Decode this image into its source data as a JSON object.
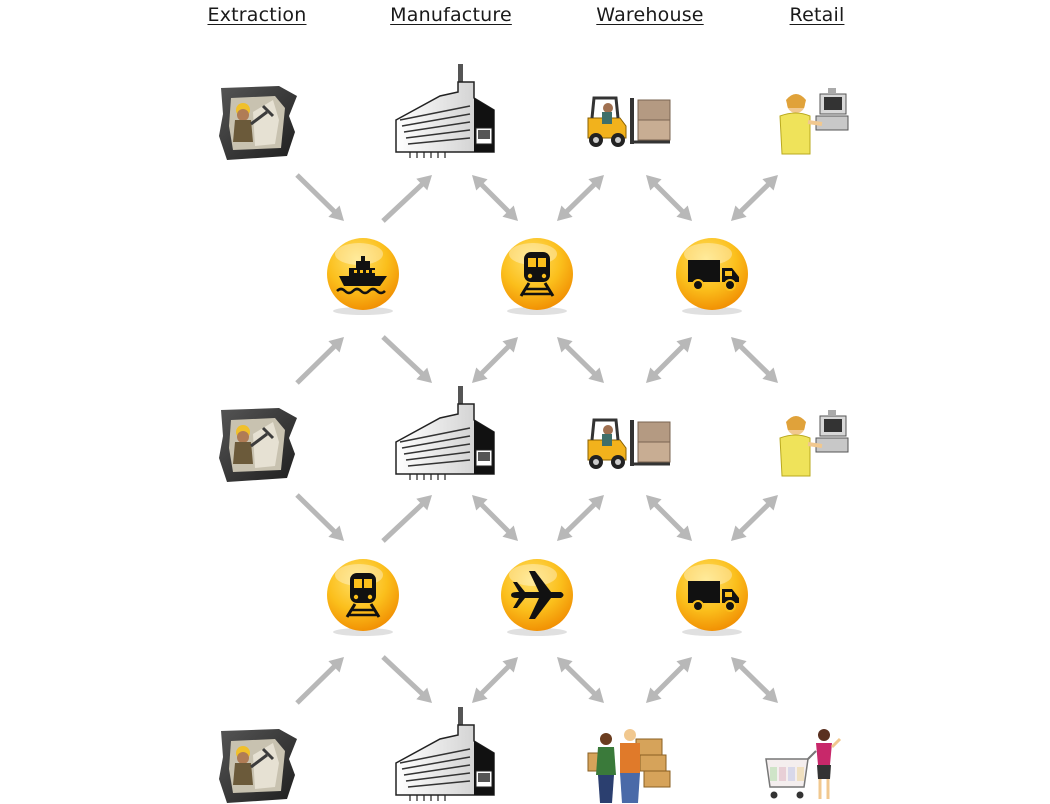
{
  "columns": [
    {
      "id": "extraction",
      "label": "Extraction"
    },
    {
      "id": "manufacture",
      "label": "Manufacture"
    },
    {
      "id": "warehouse",
      "label": "Warehouse"
    },
    {
      "id": "retail",
      "label": "Retail"
    }
  ],
  "node_rows": [
    [
      "miner",
      "factory",
      "forklift",
      "cashier"
    ],
    [
      "miner",
      "factory",
      "forklift",
      "cashier"
    ],
    [
      "miner",
      "factory",
      "workers",
      "shopper"
    ]
  ],
  "transport_rows": [
    [
      "ship",
      "train",
      "truck"
    ],
    [
      "train",
      "plane",
      "truck"
    ]
  ],
  "colors": {
    "arrow": "#b8b8b8",
    "badge_light": "#ffe066",
    "badge_mid": "#fbbf1c",
    "badge_dark": "#f08a00",
    "glyph": "#111111"
  }
}
